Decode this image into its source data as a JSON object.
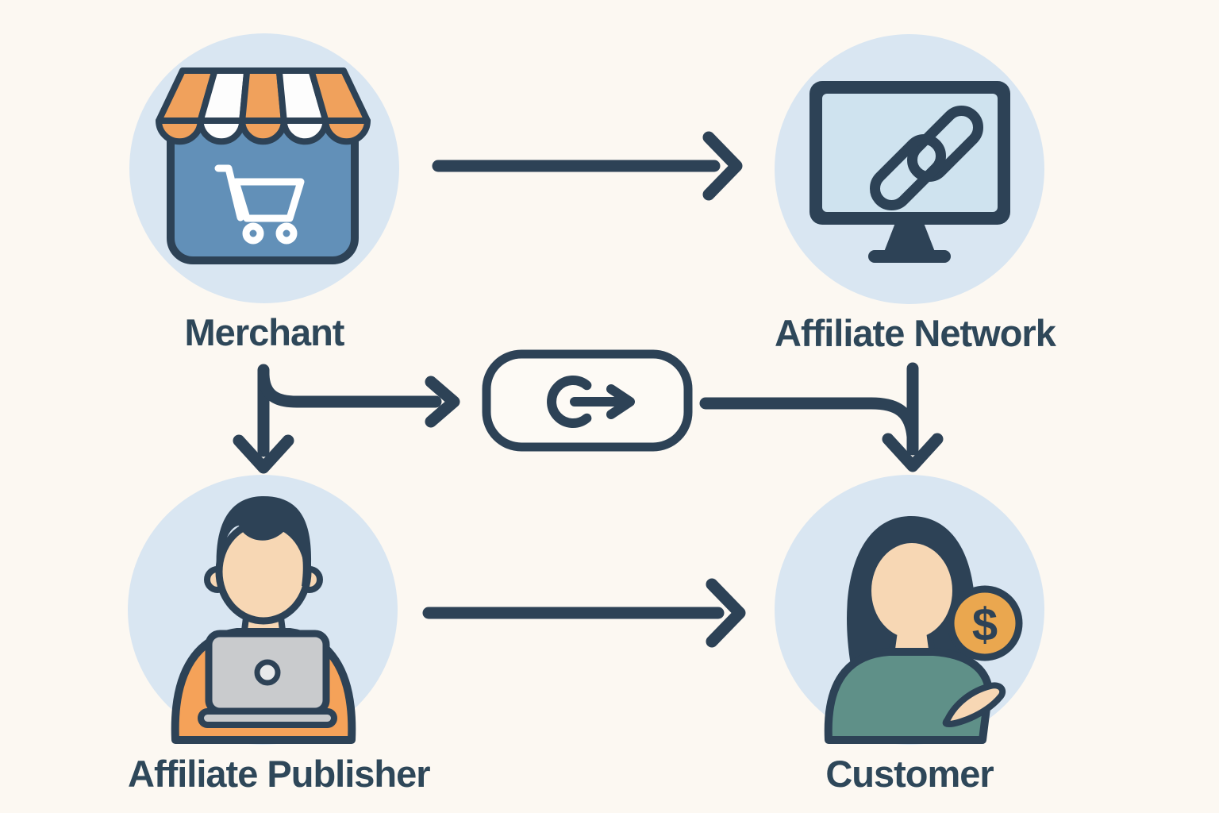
{
  "diagram": {
    "nodes": [
      {
        "id": "merchant",
        "label": "Merchant",
        "icon": "storefront-icon"
      },
      {
        "id": "affiliate-network",
        "label": "Affiliate Network",
        "icon": "monitor-link-icon"
      },
      {
        "id": "affiliate-publisher",
        "label": "Affiliate Publisher",
        "icon": "person-laptop-icon"
      },
      {
        "id": "customer",
        "label": "Customer",
        "icon": "person-coin-icon"
      }
    ],
    "link_chip": {
      "id": "link-chip",
      "icon": "link-out-icon"
    },
    "coin": {
      "symbol": "$"
    },
    "connections": [
      {
        "from": "merchant",
        "to": "affiliate-network"
      },
      {
        "from": "merchant",
        "to": "affiliate-publisher"
      },
      {
        "from": "merchant",
        "to": "link-chip"
      },
      {
        "from": "link-chip",
        "to": "customer"
      },
      {
        "from": "affiliate-network",
        "to": "customer"
      },
      {
        "from": "affiliate-publisher",
        "to": "customer"
      }
    ]
  },
  "colors": {
    "bg": "#fcf8f2",
    "ink": "#2d4256",
    "label": "#2e4759",
    "circle": "#d9e6f2",
    "store_blue": "#6290b8",
    "awning_orange": "#f0a15c",
    "awning_white": "#fdfdfd",
    "cart_white": "#ffffff",
    "screen_blue": "#cfe3ef",
    "shirt_orange": "#f5a259",
    "skin": "#f7d7b4",
    "laptop_gray": "#c9cbcd",
    "laptop_logo": "#e8eaeb",
    "shirt_teal": "#5f9088",
    "coin_orange": "#eaa74f",
    "pill_fill": "#fdfaf5"
  }
}
